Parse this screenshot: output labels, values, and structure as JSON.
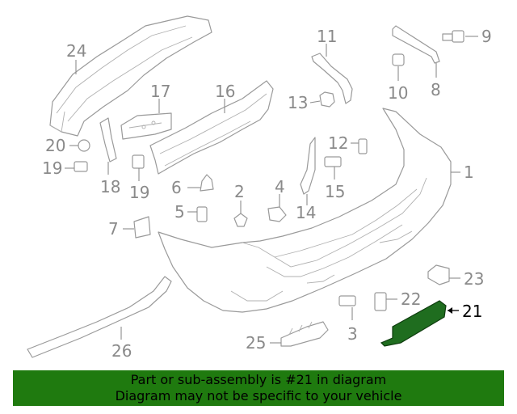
{
  "diagram": {
    "highlight_color": "#1f6d1f",
    "labels": [
      "24",
      "17",
      "16",
      "11",
      "9",
      "10",
      "8",
      "13",
      "12",
      "1",
      "20",
      "19",
      "18",
      "19",
      "6",
      "15",
      "5",
      "2",
      "4",
      "14",
      "7",
      "23",
      "22",
      "21",
      "3",
      "25",
      "26"
    ],
    "highlighted_label": "21"
  },
  "banner": {
    "line1": "Part or sub-assembly is #21 in diagram",
    "line2": "Diagram may not be specific to your vehicle",
    "color": "#1f7a0f"
  }
}
